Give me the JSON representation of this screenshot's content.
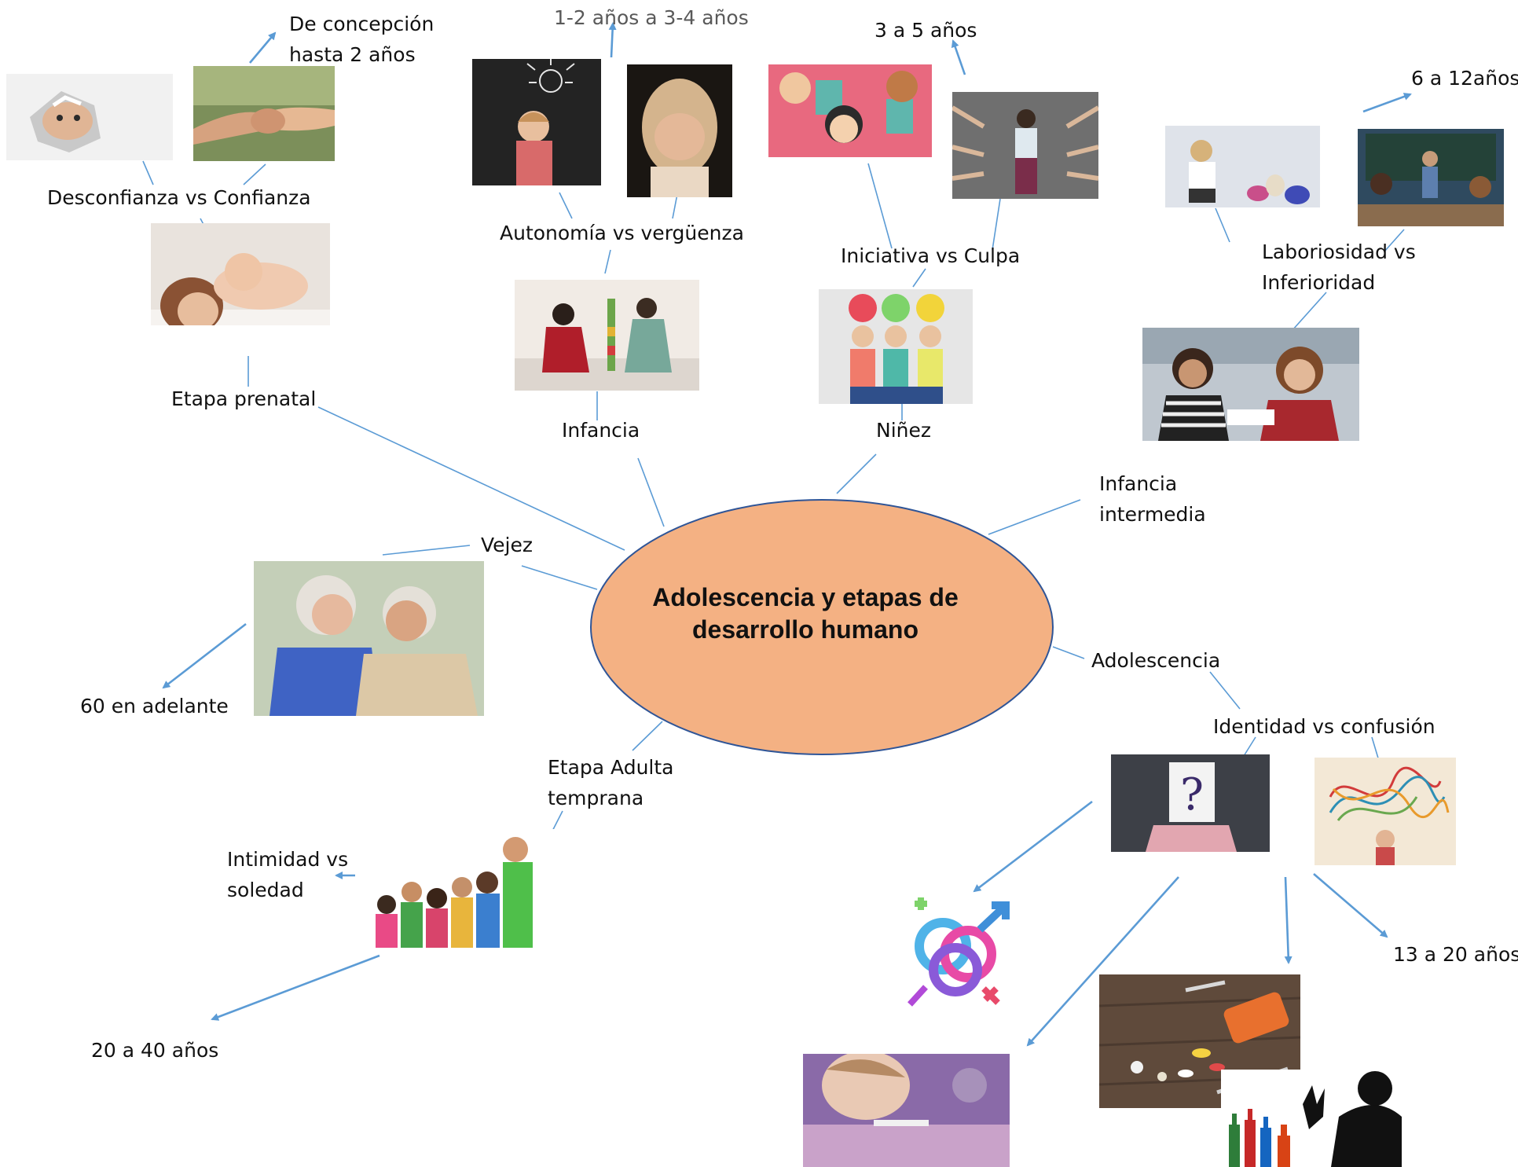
{
  "center": {
    "title": "Adolescencia y etapas de desarrollo humano",
    "fill": "#F4B183",
    "stroke": "#2F5597"
  },
  "stages": {
    "prenatal": {
      "label": "Etapa prenatal",
      "conflict": "Desconfianza vs Confianza",
      "age": "De concepción hasta 2 años"
    },
    "infancia": {
      "label": "Infancia",
      "conflict": "Autonomía vs vergüenza",
      "age": "1-2 años a 3-4 años"
    },
    "ninez": {
      "label": "Niñez",
      "conflict": "Iniciativa vs Culpa",
      "age": "3 a 5 años"
    },
    "intermedia": {
      "label": "Infancia intermedia",
      "conflict": "Laboriosidad vs Inferioridad",
      "age": "6 a 12años"
    },
    "adolescencia": {
      "label": "Adolescencia",
      "conflict": "Identidad vs confusión",
      "age": "13 a 20 años"
    },
    "adulta": {
      "label": "Etapa Adulta temprana",
      "conflict": "Intimidad vs soledad",
      "age": "20 a 40 años"
    },
    "vejez": {
      "label": "Vejez",
      "age": "60 en adelante"
    }
  },
  "colors": {
    "line": "#5B9BD5",
    "arrow": "#5B9BD5",
    "gray_text": "#595959"
  },
  "icons": [
    "baby-peek-photo",
    "holding-hands-photo",
    "mother-baby-photo",
    "child-lightbulb-photo",
    "girl-hiding-face-photo",
    "kids-playing-blocks-photo",
    "cartoon-kids-ideas-photo",
    "pointing-fingers-photo",
    "kids-balloons-photo",
    "girl-knitting-photo",
    "classroom-photo",
    "schoolgirls-photo",
    "elderly-couple-photo",
    "young-adults-group-photo",
    "question-mark-sign-photo",
    "tangled-thoughts-photo",
    "gender-symbols-icon",
    "pills-syringe-photo",
    "pregnancy-test-photo",
    "alcohol-silhouette-photo"
  ]
}
